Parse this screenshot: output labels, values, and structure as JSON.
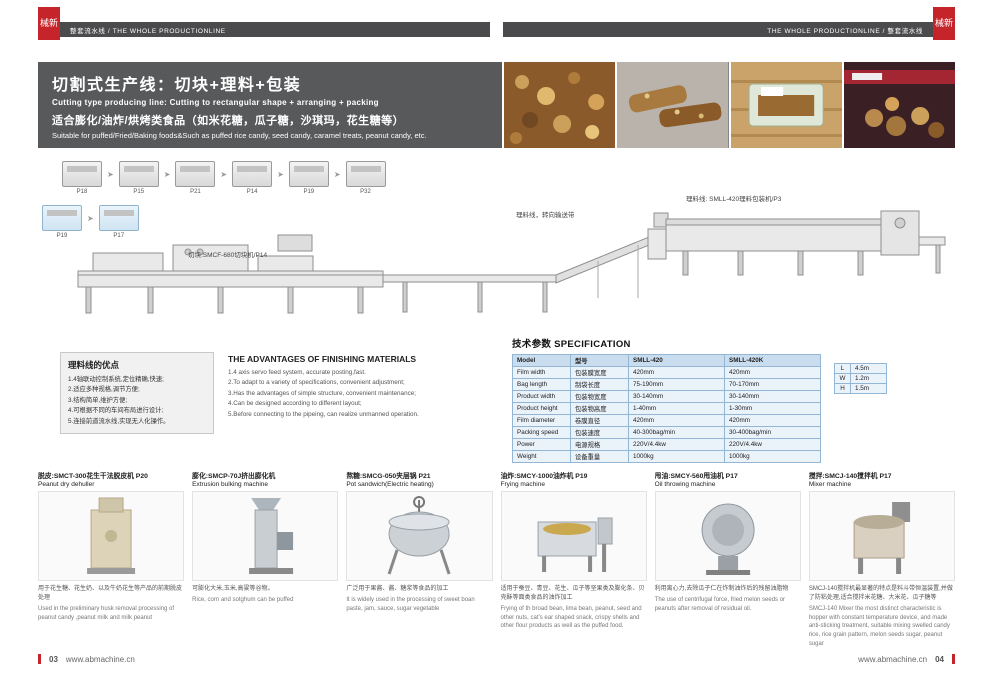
{
  "colors": {
    "accent_red": "#c5242b",
    "header_dark": "#4b4b4d",
    "banner_gray": "#58595b",
    "table_border": "#93b6d4"
  },
  "header": {
    "left_logo": "械新",
    "right_logo": "械新",
    "left_strip": "整套流水线 / THE WHOLE PRODUCTIONLINE",
    "right_strip": "THE WHOLE PRODUCTIONLINE / 整套流水线"
  },
  "banner": {
    "title_cn": "切割式生产线：切块+理料+包装",
    "title_en": "Cutting type producing line:  Cutting to rectangular shape + arranging + packing",
    "subtitle_cn": "适合膨化/油炸/烘烤类食品（如米花糖，瓜子糖，沙琪玛，花生糖等）",
    "subtitle_en": "Suitable for puffed/Fried/Baking foods&Such as puffed rice candy, seed candy, caramel treats, peanut candy, etc."
  },
  "diagram": {
    "arrow_glyph": "➤",
    "flow_row1": [
      "P18",
      "P15",
      "P21",
      "P14",
      "P19",
      "P32"
    ],
    "flow_row2": [
      "P19",
      "P17"
    ],
    "labels": {
      "cutter": "切块:SMCF-680切块机/P14",
      "conveyor": "理料线，转向输送带",
      "packer": "理料线: SMLL-420理料包装机/P3"
    }
  },
  "advantages": {
    "title_cn": "理料线的优点",
    "items_cn": [
      "1.4轴联动控制系统,定位精确,快速;",
      "2.适应多种规格,调节方便;",
      "3.结构简单,维护方便;",
      "4.可根据不同的车间布局进行设计;",
      "5.连接前道流水线,实现无人化操作。"
    ],
    "title_en": "THE ADVANTAGES OF FINISHING MATERIALS",
    "items_en": [
      "1.4 axis servo feed system, accurate posting,fast.",
      "2.To adapt to a variety of specifications, convenient adjustment;",
      "3.Has the advantages of simple structure, convenient maintenance;",
      "4.Can be designed according to different layout;",
      "5.Before connecting to the pipeing, can realize unmanned operation."
    ]
  },
  "spec": {
    "title": "技术参数 SPECIFICATION",
    "rows": [
      [
        "Model",
        "型号",
        "SMLL-420",
        "SMLL-420K"
      ],
      [
        "Film width",
        "包装膜宽度",
        "420mm",
        "420mm"
      ],
      [
        "Bag length",
        "制袋长度",
        "75-190mm",
        "70-170mm"
      ],
      [
        "Product width",
        "包装物宽度",
        "30-140mm",
        "30-140mm"
      ],
      [
        "Product height",
        "包装物高度",
        "1-40mm",
        "1-30mm"
      ],
      [
        "Film diameter",
        "卷膜直径",
        "420mm",
        "420mm"
      ],
      [
        "Packing speed",
        "包装速度",
        "40-300bag/min",
        "30-400bag/min"
      ],
      [
        "Power",
        "电源规格",
        "220V/4.4kw",
        "220V/4.4kw"
      ],
      [
        "Weight",
        "设备重量",
        "1000kg",
        "1000kg"
      ]
    ],
    "dims": [
      {
        "k": "L",
        "v": "4.5m"
      },
      {
        "k": "W",
        "v": "1.2m"
      },
      {
        "k": "H",
        "v": "1.5m"
      }
    ]
  },
  "products": [
    {
      "title_cn": "脱皮:SMCT-300花生干法脱皮机 P20",
      "title_en": "Peanut dry dehuller",
      "desc_cn": "用于花生糖、花生奶、以及牛奶花生等产品的前期脱皮处理",
      "desc_en": "Used in the preliminary husk removal processing of peanut candy ,peanut milk and milk peanut"
    },
    {
      "title_cn": "膨化:SMCP-70J挤出膨化机",
      "title_en": "Extrusion bulking machine",
      "desc_cn": "可膨化大米,玉米,高粱等谷物。",
      "desc_en": "Rice, corn and sotghum can be puffed"
    },
    {
      "title_cn": "熬糖:SMCG-050夹层锅 P21",
      "title_en": "Pot sandwich(Electric heating)",
      "desc_cn": "广泛用于果酱、酱、糖浆等食品的加工",
      "desc_en": "It is widely used in the processing of sweet boan paste, jam, sauce, sugar vegetable"
    },
    {
      "title_cn": "油炸:SMCY-1000油炸机 P19",
      "title_en": "Frying machine",
      "desc_cn": "适用于蚕豆、青豆、花生、瓜子等坚果类及膨化条、贝壳酥等面类食品的油炸加工",
      "desc_en": "Frying of th broad bean, lima bean, peanut, seed and other nuts, cat’s ear shaped snack, crispy shells and other flour products as well as the puffed food."
    },
    {
      "title_cn": "甩油:SMCY-560甩油机 P17",
      "title_en": "Oil throwing machine",
      "desc_cn": "利用离心力,去除瓜子仁在炸制油炸后的残留油脂物",
      "desc_en": "The use of centrifugal force, fried melon seeds or peanuts after removal of residual oil."
    },
    {
      "title_cn": "搅拌:SMCJ-140搅拌机 P17",
      "title_en": "Mixer machine",
      "desc_cn": "SMCJ-140搅拌机最显著的特点是料斗带恒温装置,并做了防粘处理,适合搅拌米花糖、大米花、瓜子糖等",
      "desc_en": "SMCJ-140 Mixer the most distinct characteristic is hopper with constant temperature device, and made anti-sticking treatment, suitable mixing swelled candy rice, rice grain pattern, melon seeds sugar, peanut sugar"
    }
  ],
  "footer": {
    "page_left": "03",
    "page_right": "04",
    "site": "www.abmachine.cn"
  }
}
